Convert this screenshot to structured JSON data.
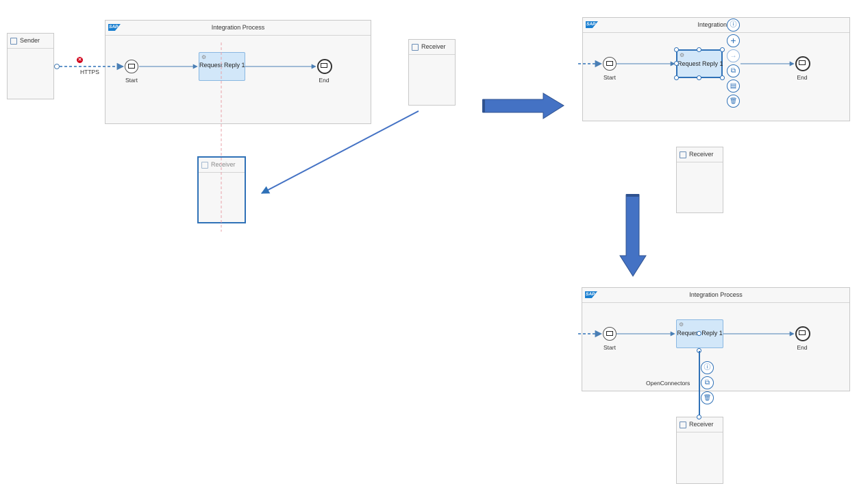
{
  "left_view": {
    "sender": {
      "label": "Sender"
    },
    "pool": {
      "brand": "SAP",
      "title": "Integration Process"
    },
    "connector": {
      "label": "HTTPS"
    },
    "start": {
      "label": "Start"
    },
    "task": {
      "label": "Request Reply 1"
    },
    "end": {
      "label": "End"
    },
    "receiver_original": {
      "label": "Receiver"
    },
    "receiver_dragging": {
      "label": "Receiver"
    }
  },
  "top_right_view": {
    "pool": {
      "brand": "SAP",
      "title": "Integration Pr"
    },
    "start": {
      "label": "Start"
    },
    "task": {
      "label": "Request Reply 1"
    },
    "end": {
      "label": "End"
    },
    "receiver": {
      "label": "Receiver"
    },
    "context_icons": [
      "info-icon",
      "add-icon",
      "connect-arrow-icon",
      "copy-icon",
      "paste-icon",
      "delete-icon"
    ]
  },
  "bottom_right_view": {
    "pool": {
      "brand": "SAP",
      "title": "Integration Process"
    },
    "start": {
      "label": "Start"
    },
    "task": {
      "label": "Request Reply 1"
    },
    "end": {
      "label": "End"
    },
    "adapter": {
      "label": "OpenConnectors"
    },
    "receiver": {
      "label": "Receiver"
    },
    "context_icons": [
      "info-icon",
      "copy-icon",
      "delete-icon"
    ]
  },
  "glyphs": {
    "info": "ⓘ",
    "add": "+",
    "arrow": "→",
    "copy": "⧉",
    "paste": "▤",
    "delete": "🗑",
    "gear": "⚙",
    "error": "✕"
  },
  "colors": {
    "accent": "#2f71b7",
    "task_fill": "#d2e7f9",
    "arrow_fill": "#4472c4",
    "error": "#d0021b"
  }
}
